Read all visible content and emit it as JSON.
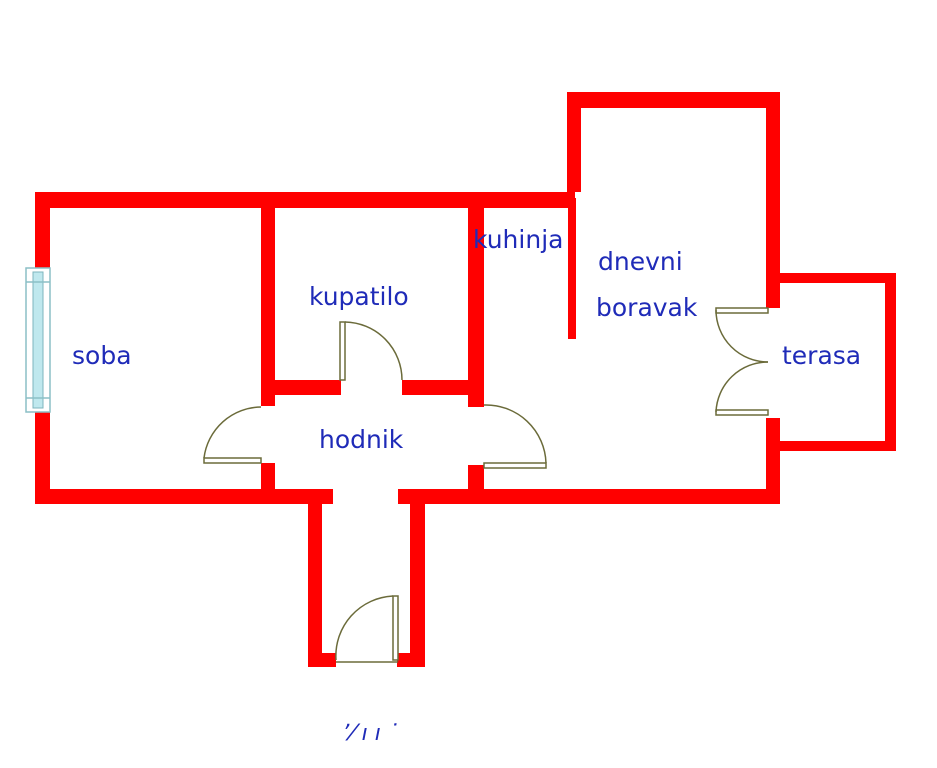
{
  "rooms": {
    "soba": "soba",
    "kupatilo": "kupatilo",
    "kuhinja": "kuhinja",
    "dnevni": "dnevni",
    "boravak": "boravak",
    "terasa": "terasa",
    "hodnik": "hodnik"
  },
  "entry_mark": "ʼ⁄ ı ı ˙",
  "colors": {
    "wall": "#ff0000",
    "label": "#1f2bb8",
    "door": "#6b6b3a",
    "window": "#9ad6dd"
  }
}
